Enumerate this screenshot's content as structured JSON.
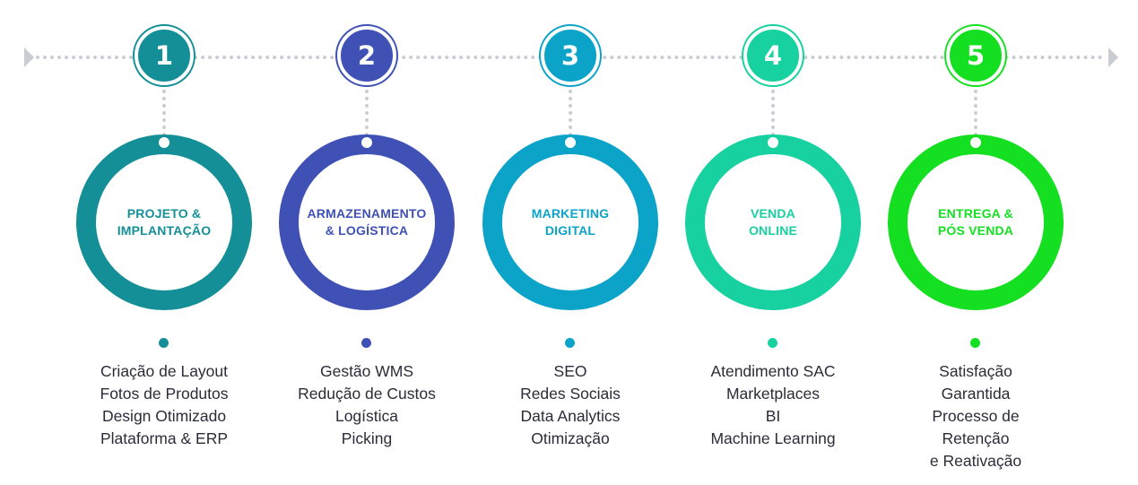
{
  "colors": {
    "timeline": "#c9cdd2"
  },
  "steps": [
    {
      "number": "1",
      "color": "#148f97",
      "label_lines": [
        "PROJETO &",
        "IMPLANTAÇÃO"
      ],
      "items": [
        "Criação de Layout",
        "Fotos de Produtos",
        "Design Otimizado",
        "Plataforma & ERP"
      ]
    },
    {
      "number": "2",
      "color": "#3f51b5",
      "label_lines": [
        "ARMAZENAMENTO",
        "& LOGÍSTICA"
      ],
      "items": [
        "Gestão WMS",
        "Redução de Custos",
        "Logística",
        "Picking"
      ]
    },
    {
      "number": "3",
      "color": "#0ca3c9",
      "label_lines": [
        "MARKETING",
        "DIGITAL"
      ],
      "items": [
        "SEO",
        "Redes Sociais",
        "Data Analytics",
        "Otimização"
      ]
    },
    {
      "number": "4",
      "color": "#17d1a0",
      "label_lines": [
        "VENDA",
        "ONLINE"
      ],
      "items": [
        "Atendimento SAC",
        "Marketplaces",
        "BI",
        "Machine Learning"
      ]
    },
    {
      "number": "5",
      "color": "#14e021",
      "label_lines": [
        "ENTREGA &",
        "PÓS VENDA"
      ],
      "items": [
        "Satisfação",
        "Garantida",
        "Processo de",
        "Retenção",
        "e Reativação"
      ]
    }
  ]
}
